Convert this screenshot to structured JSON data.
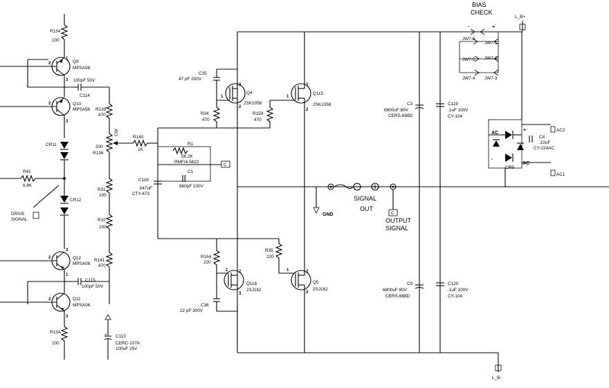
{
  "labels": {
    "bias_check_1": "BIAS",
    "bias_check_2": "CHECK",
    "lb_plus": "L_B+",
    "lb_minus": "L_B-",
    "r134_ref": "R134",
    "r134_val": "100",
    "q9_ref": "Q9",
    "q9_type": "MPSA56",
    "c114_val": "100pF 50V",
    "c114_ref": "C114",
    "q10_ref": "Q10",
    "q10_type": "MPSA56",
    "r139_ref": "R139",
    "r139_val": "470",
    "cr11_ref": "CR11",
    "r140_ref": "R140",
    "r140_val": "1K",
    "cw": "CW",
    "r136_val": "200",
    "r136_ref": "R136",
    "r41_ref": "R41",
    "r41_val": "6.8K",
    "cr12_ref": "CR12",
    "drive_signal_1": "DRIVE",
    "drive_signal_2": "SIGNAL",
    "r31_ref": "R31",
    "r31_val": "100",
    "r32_ref": "R32",
    "r32_val": "100",
    "q12_ref": "Q12",
    "q12_type": "MPSA06",
    "r141_ref": "R141",
    "r141_val": "470",
    "c115_ref": "C115",
    "c115_val": "100pF 50V",
    "q11_ref": "Q11",
    "q11_type": "MPSA06",
    "r13a_ref": "R13A",
    "r13a_val": "100",
    "c113_ref": "C113",
    "c113_type": "CERC-107A",
    "c113_val": "100uF 25V",
    "c35_ref": "C35",
    "c35_val": "47 pF 200V",
    "q4_ref": "Q4",
    "q4_type": "2SK1058",
    "q115_ref": "Q115",
    "q115_type": "2SK1058",
    "r34_ref": "R34",
    "r34_val": "470",
    "r159_ref": "R159",
    "r159_val": "470",
    "r1_ref": "R1",
    "r1_val": "56.2K",
    "r1_type": "RMF/4-5622",
    "c1_ref": "C1",
    "c1_val": "680pF 100V",
    "c116_ref": "C116",
    "c116_val": ".047uF",
    "c116_type": "CTY-473",
    "gnd": "GND",
    "signal_out_1": "SIGNAL",
    "signal_out_2": "OUT",
    "output_signal_1": "OUTPUT",
    "output_signal_2": "SIGNAL",
    "r164_ref": "R164",
    "r164_val": "220",
    "r35_ref": "R35",
    "r35_val": "220",
    "q116_ref": "Q116",
    "q116_type": "2SJ162",
    "q5_ref": "Q5",
    "q5_type": "2SJ162",
    "c36_ref": "C36",
    "c36_val": "22 pF 300V",
    "c3_ref": "C3",
    "c3_val": "6800uF 80V",
    "c3_type": "CERS-688D",
    "c119_ref": "C119",
    "c119_val": ".1uF 100V",
    "c119_type": "CY-104",
    "c5_ref": "C5",
    "c5_val": "6800uF 80V",
    "c5_type": "CERS-688D",
    "c120_ref": "C120",
    "c120_val": ".1uF 100V",
    "c120_type": "CY-104",
    "jw7_6": "JW7-6",
    "jw7_1": "JW7-1",
    "jw7_5": "JW7-5",
    "jw7_2": "JW7-2",
    "jw7_4": "JW7-4",
    "jw7_3": "JW7-3",
    "ac": "AC",
    "ac2": "AC2",
    "ac1": "AC1",
    "c4_ref": "C4",
    "c4_val": ".22uF",
    "c4_type": "CY-224AC",
    "cr9_ref": "CR9",
    "minus": "-",
    "plus": "+",
    "pin1": "1",
    "pin2": "2",
    "pin3": "3",
    "c_tag": "C"
  }
}
